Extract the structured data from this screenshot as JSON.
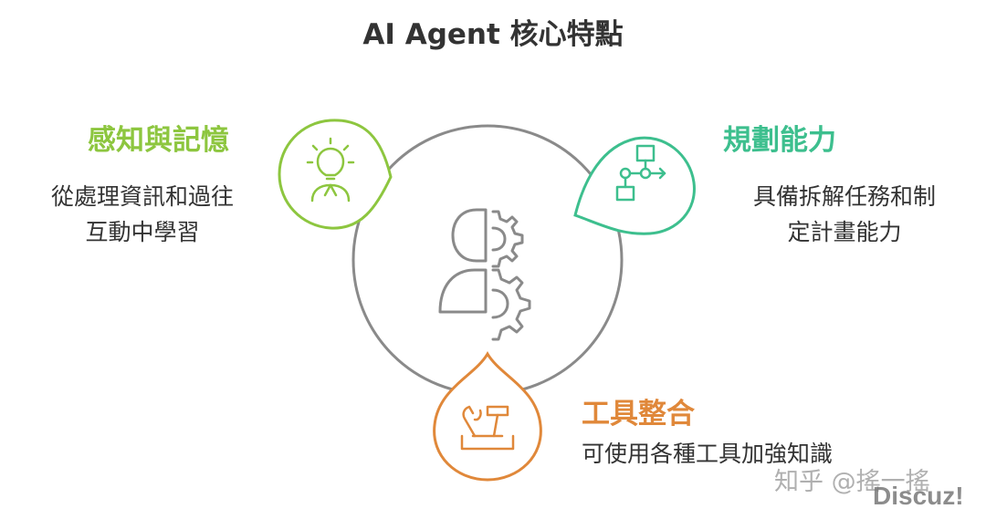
{
  "title": "AI Agent 核心特點",
  "colors": {
    "perception": "#8dc63f",
    "planning": "#3dbf8e",
    "tools": "#e0883a",
    "center": "#8a8a8a",
    "text": "#333333"
  },
  "perception": {
    "heading": "感知與記憶",
    "lines": [
      "從處理資訊和過往",
      "互動中學習"
    ],
    "icon": "lightbulb-person-icon"
  },
  "planning": {
    "heading": "規劃能力",
    "lines": [
      "具備拆解任務和制",
      "定計畫能力"
    ],
    "icon": "flowchart-icon"
  },
  "tools": {
    "heading": "工具整合",
    "lines": [
      "可使用各種工具加強知識"
    ],
    "icon": "toolbox-icon"
  },
  "center": {
    "icon": "head-gears-icon"
  },
  "watermark": {
    "zhihu": "知乎 @搖一搖",
    "discuz": "Discuz!"
  }
}
